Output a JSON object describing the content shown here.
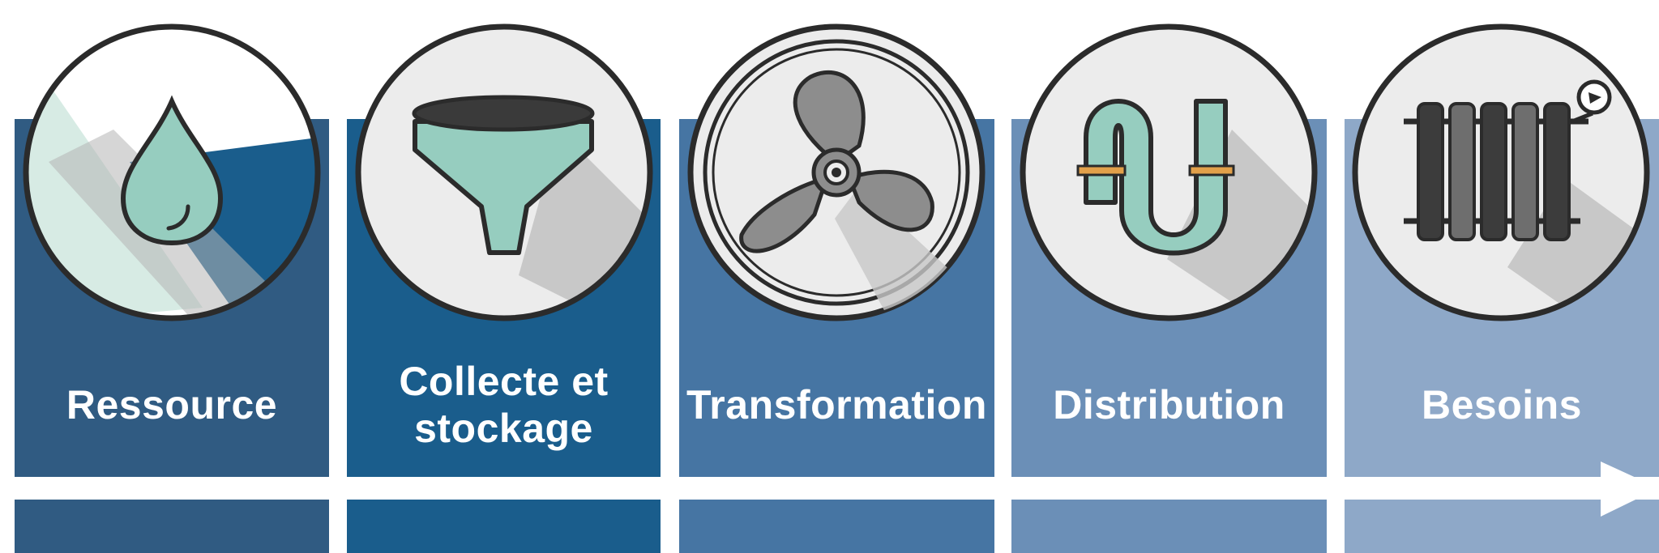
{
  "stages": [
    {
      "id": "ressource",
      "label": "Ressource",
      "color": "#305b82",
      "icon": "water-drop-icon"
    },
    {
      "id": "collecte",
      "label": "Collecte et\nstockage",
      "color": "#1a5d8c",
      "icon": "funnel-icon"
    },
    {
      "id": "transformation",
      "label": "Transformation",
      "color": "#4675a3",
      "icon": "fan-icon"
    },
    {
      "id": "distribution",
      "label": "Distribution",
      "color": "#6b8fb7",
      "icon": "pipe-icon"
    },
    {
      "id": "besoins",
      "label": "Besoins",
      "color": "#8ea8c8",
      "icon": "radiator-icon"
    }
  ],
  "colors": {
    "accent_teal": "#96cdbf",
    "icon_outline": "#2b2b2b",
    "circle_fill": "#ececec",
    "shadow": "#c8c8c8",
    "fan_gray": "#8d8d8d",
    "pipe_band": "#e2a04a",
    "arrow": "#ffffff"
  }
}
